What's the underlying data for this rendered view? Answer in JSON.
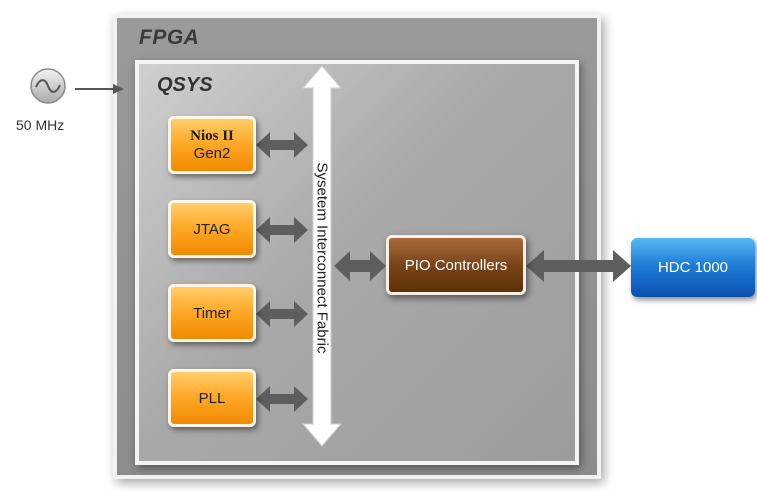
{
  "fpga": {
    "title": "FPGA"
  },
  "qsys": {
    "title": "QSYS"
  },
  "clock": {
    "label": "50 MHz",
    "icon": "clock-source-icon"
  },
  "modules": [
    {
      "line1": "Nios II",
      "line2": "Gen2"
    },
    {
      "line1": "JTAG"
    },
    {
      "line1": "Timer"
    },
    {
      "line1": "PLL"
    }
  ],
  "bus": {
    "label": "Sysetem Interconnect Fabric"
  },
  "pio": {
    "label": "PIO Controllers"
  },
  "sensor": {
    "label": "HDC 1000"
  },
  "colors": {
    "module_orange": "#ffaa2a",
    "pio_brown": "#7a4519",
    "sensor_blue": "#1f7fd6",
    "arrow_gray": "#5e5e5e"
  }
}
